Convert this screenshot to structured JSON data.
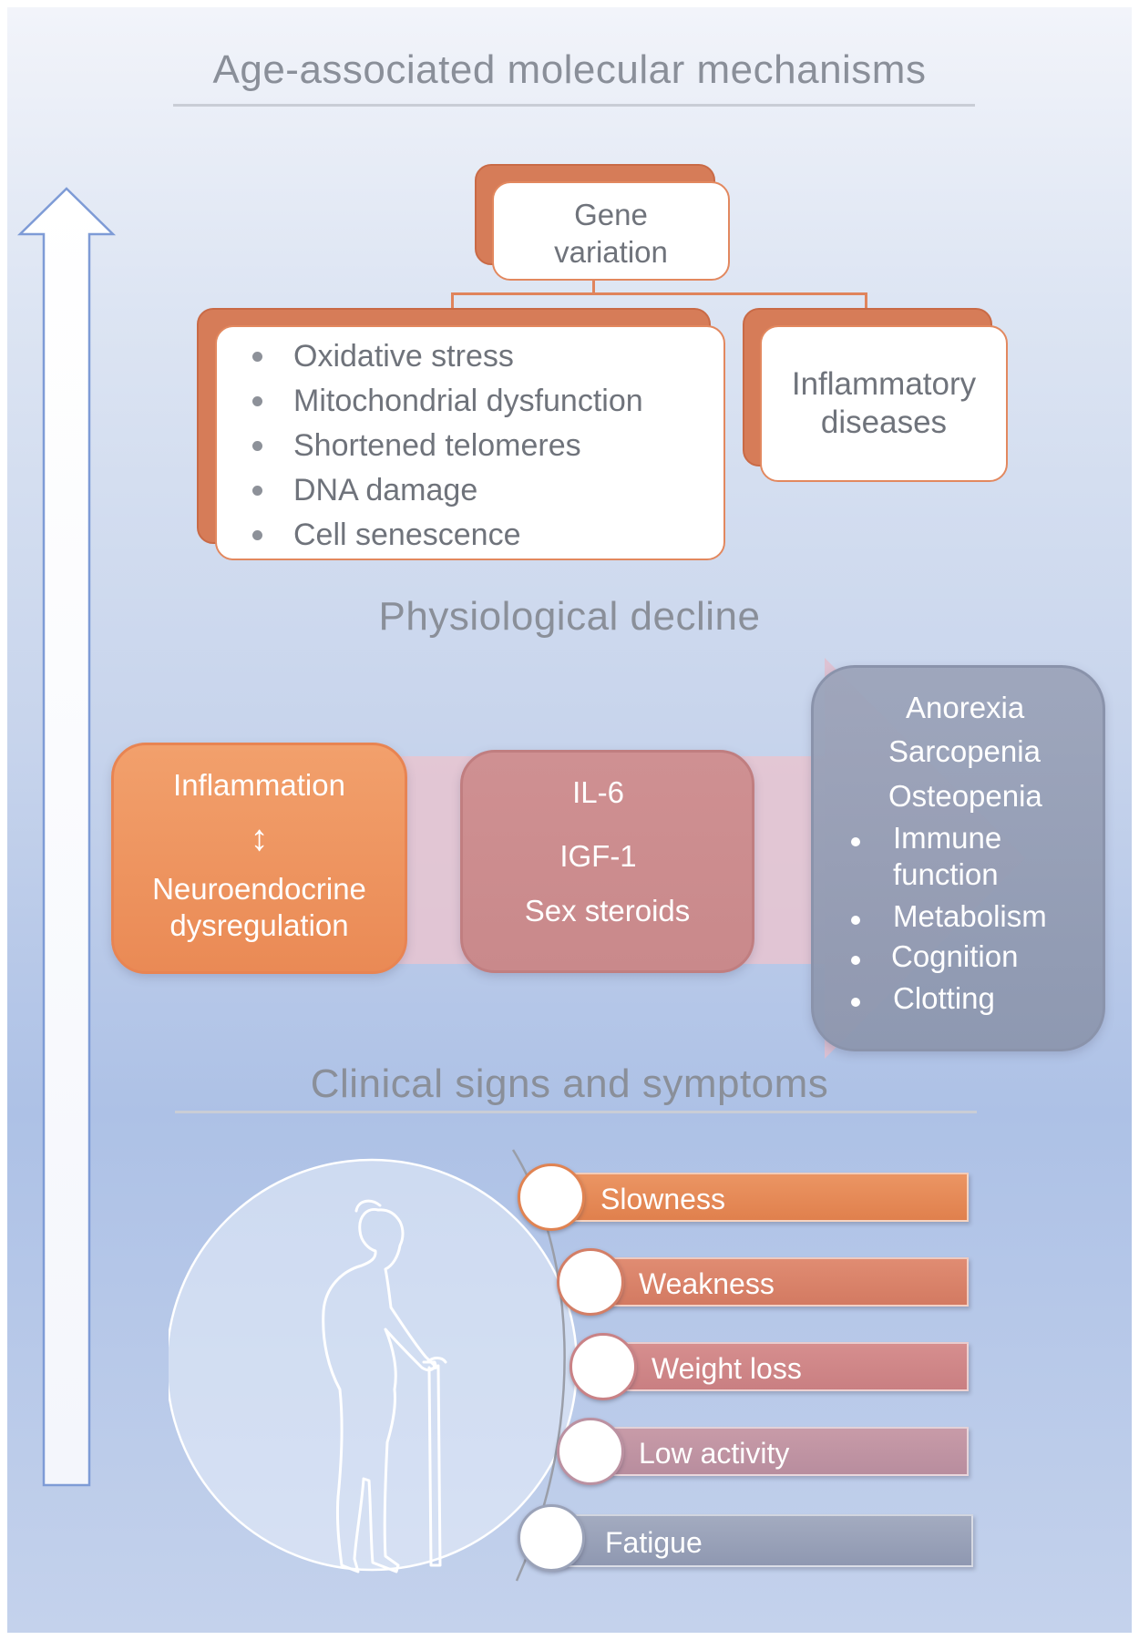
{
  "headings": {
    "molecular": "Age-associated molecular mechanisms",
    "physiological": "Physiological decline",
    "clinical": "Clinical signs and symptoms"
  },
  "molecular": {
    "gene_variation": [
      "Gene",
      "variation"
    ],
    "mechanisms": [
      "Oxidative stress",
      "Mitochondrial dysfunction",
      "Shortened telomeres",
      "DNA damage",
      "Cell senescence"
    ],
    "inflammatory": [
      "Inflammatory",
      "diseases"
    ]
  },
  "physiological": {
    "box1": {
      "top": "Inflammation",
      "arrow": "↕",
      "bottom": [
        "Neuroendocrine",
        "dysregulation"
      ]
    },
    "box2": [
      "IL-6",
      "IGF-1",
      "Sex steroids"
    ],
    "box3": {
      "plain": [
        "Anorexia",
        "Sarcopenia",
        "Osteopenia"
      ],
      "bullets": [
        [
          "Immune",
          "function"
        ],
        [
          "Metabolism"
        ],
        [
          "Cognition"
        ],
        [
          "Clotting"
        ]
      ]
    }
  },
  "clinical": {
    "symptoms": [
      "Slowness",
      "Weakness",
      "Weight loss",
      "Low activity",
      "Fatigue"
    ]
  },
  "colors": {
    "orange": "#ea8a55",
    "rose": "#c9898b",
    "gray": "#8d97b0",
    "text_gray": "#6f737b"
  }
}
